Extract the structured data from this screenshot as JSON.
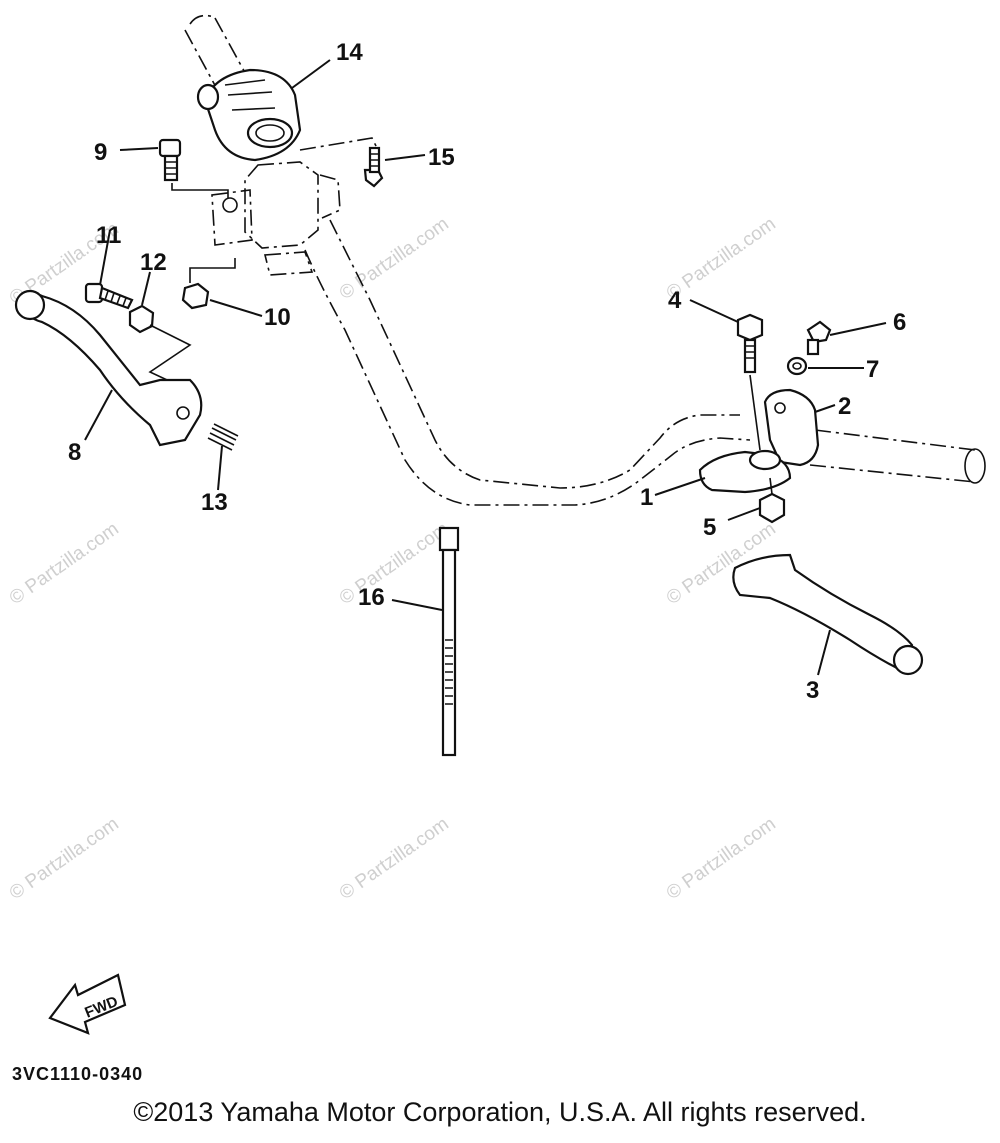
{
  "callouts": {
    "c1": "1",
    "c2": "2",
    "c3": "3",
    "c4": "4",
    "c5": "5",
    "c6": "6",
    "c7": "7",
    "c8": "8",
    "c9": "9",
    "c10": "10",
    "c11": "11",
    "c12": "12",
    "c13": "13",
    "c14": "14",
    "c15": "15",
    "c16": "16"
  },
  "watermark": "© Partzilla.com",
  "fwd_label": "FWD",
  "diagram_code": "3VC1110-0340",
  "copyright": "©2013 Yamaha Motor Corporation, U.S.A. All rights reserved.",
  "icons": {
    "direction_arrow": "fwd-arrow-icon"
  }
}
